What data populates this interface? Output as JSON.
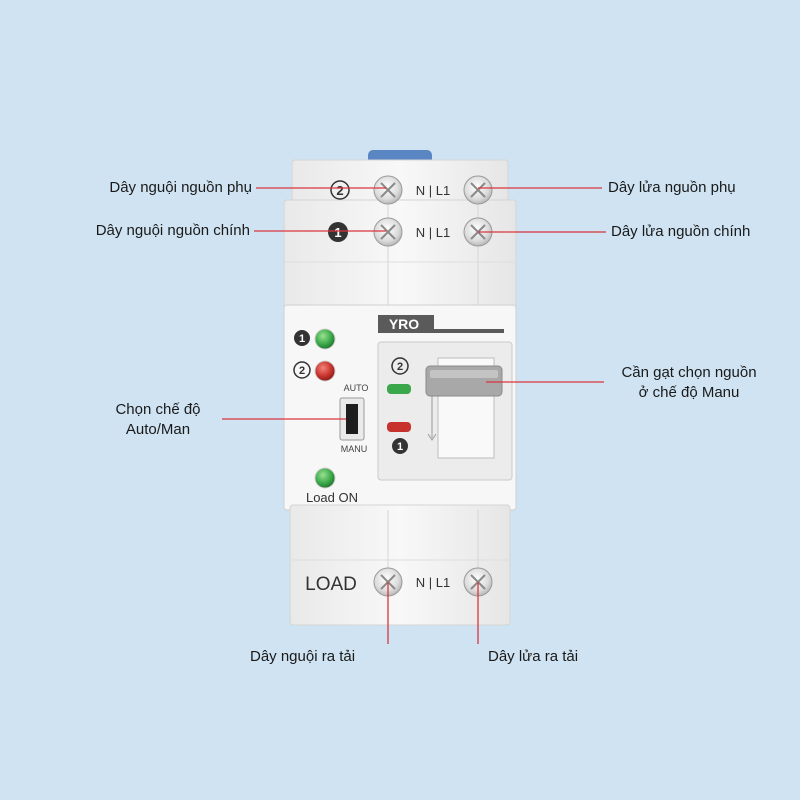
{
  "device": {
    "brand": "YRO",
    "terminal_label": "N | L1",
    "source2_marker": "2",
    "source1_marker": "1",
    "load_label": "LOAD",
    "mode_auto": "AUTO",
    "mode_manu": "MANU",
    "load_on_label": "Load ON",
    "lever_marker_top": "2",
    "lever_marker_bottom": "1"
  },
  "callouts": {
    "neutral_backup": "Dây nguội nguồn phụ",
    "live_backup": "Dây lửa nguồn phụ",
    "neutral_main": "Dây nguội nguồn chính",
    "live_main": "Dây lửa nguồn chính",
    "mode_select_line1": "Chọn chế độ",
    "mode_select_line2": "Auto/Man",
    "lever_line1": "Cần gạt chọn nguồn",
    "lever_line2": "ở chế độ Manu",
    "neutral_load": "Dây nguội ra tải",
    "live_load": "Dây lửa ra tải"
  },
  "colors": {
    "background": "#cfe3f2",
    "callout_line": "#d9363e",
    "led_green": "#3aa84a",
    "led_red": "#c8322c",
    "cap_blue": "#5b86c4"
  }
}
